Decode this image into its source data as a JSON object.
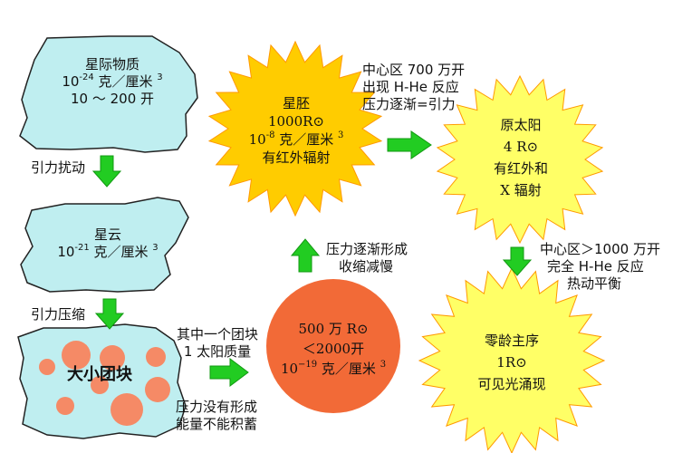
{
  "colors": {
    "cloud_fill": "#bfeef0",
    "cloud_stroke": "#222222",
    "arrow_green": "#22cc22",
    "arrow_stroke": "#119911",
    "star_yellow": "#ffcc00",
    "star_light": "#ffff66",
    "ball_orange": "#f26a37",
    "blob_orange": "#f58a66"
  },
  "interstellar": {
    "title": "星际物质",
    "density_prefix": "10",
    "density_exp": "-24",
    "density_unit": " 克／厘米 ",
    "density_unit_exp": "3",
    "temp": "10 ～ 200 开"
  },
  "arrow1_label": "引力扰动",
  "nebula": {
    "title": "星云",
    "density_prefix": "10",
    "density_exp": "-21",
    "density_unit": " 克／厘米 ",
    "density_unit_exp": "3"
  },
  "arrow2_label": "引力压缩",
  "clumps": {
    "title": "大小团块"
  },
  "arrow3": {
    "above_line1": "其中一个团块",
    "above_line2": "1 太阳质量",
    "below_line1": "压力没有形成",
    "below_line2": "能量不能积蓄"
  },
  "ball": {
    "line1": "500 万 R⊙",
    "line2": "＜2000开",
    "density_prefix": "10",
    "density_exp": "−19",
    "density_unit": " 克／厘米 ",
    "density_unit_exp": "3"
  },
  "arrow4": {
    "line1": "压力逐渐形成",
    "line2": "收缩减慢"
  },
  "protostar": {
    "title": "星胚",
    "line2": "1000R⊙",
    "density_prefix": "10",
    "density_exp": "-8",
    "density_unit": " 克／厘米 ",
    "density_unit_exp": "3",
    "line4": "有红外辐射"
  },
  "arrow5": {
    "line1": "中心区 700 万开",
    "line2": "出现 H-He 反应",
    "line3": "压力逐渐=引力"
  },
  "protosun": {
    "title": "原太阳",
    "line2": "4 R⊙",
    "line3": "有红外和",
    "line4": "X 辐射"
  },
  "arrow6": {
    "line1": "中心区＞1000 万开",
    "line2": "完全 H-He 反应",
    "line3": "热动平衡"
  },
  "zams": {
    "title": "零龄主序",
    "line2": "1R⊙",
    "line3": "可见光涌现"
  }
}
